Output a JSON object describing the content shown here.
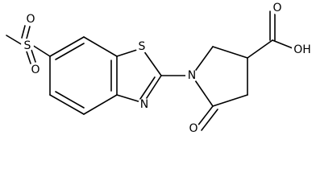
{
  "structure": {
    "type": "chemical-structure",
    "atom_labels": {
      "sulfonyl_s": "S",
      "sulfonyl_o_top": "O",
      "sulfonyl_o_bottom": "O",
      "thiazole_s": "S",
      "thiazole_n": "N",
      "pyrrolidine_n": "N",
      "lactam_o": "O",
      "acid_o": "O",
      "acid_oh": "OH"
    },
    "colors": {
      "bond": "#000000",
      "label": "#000000",
      "background": "#ffffff"
    }
  }
}
